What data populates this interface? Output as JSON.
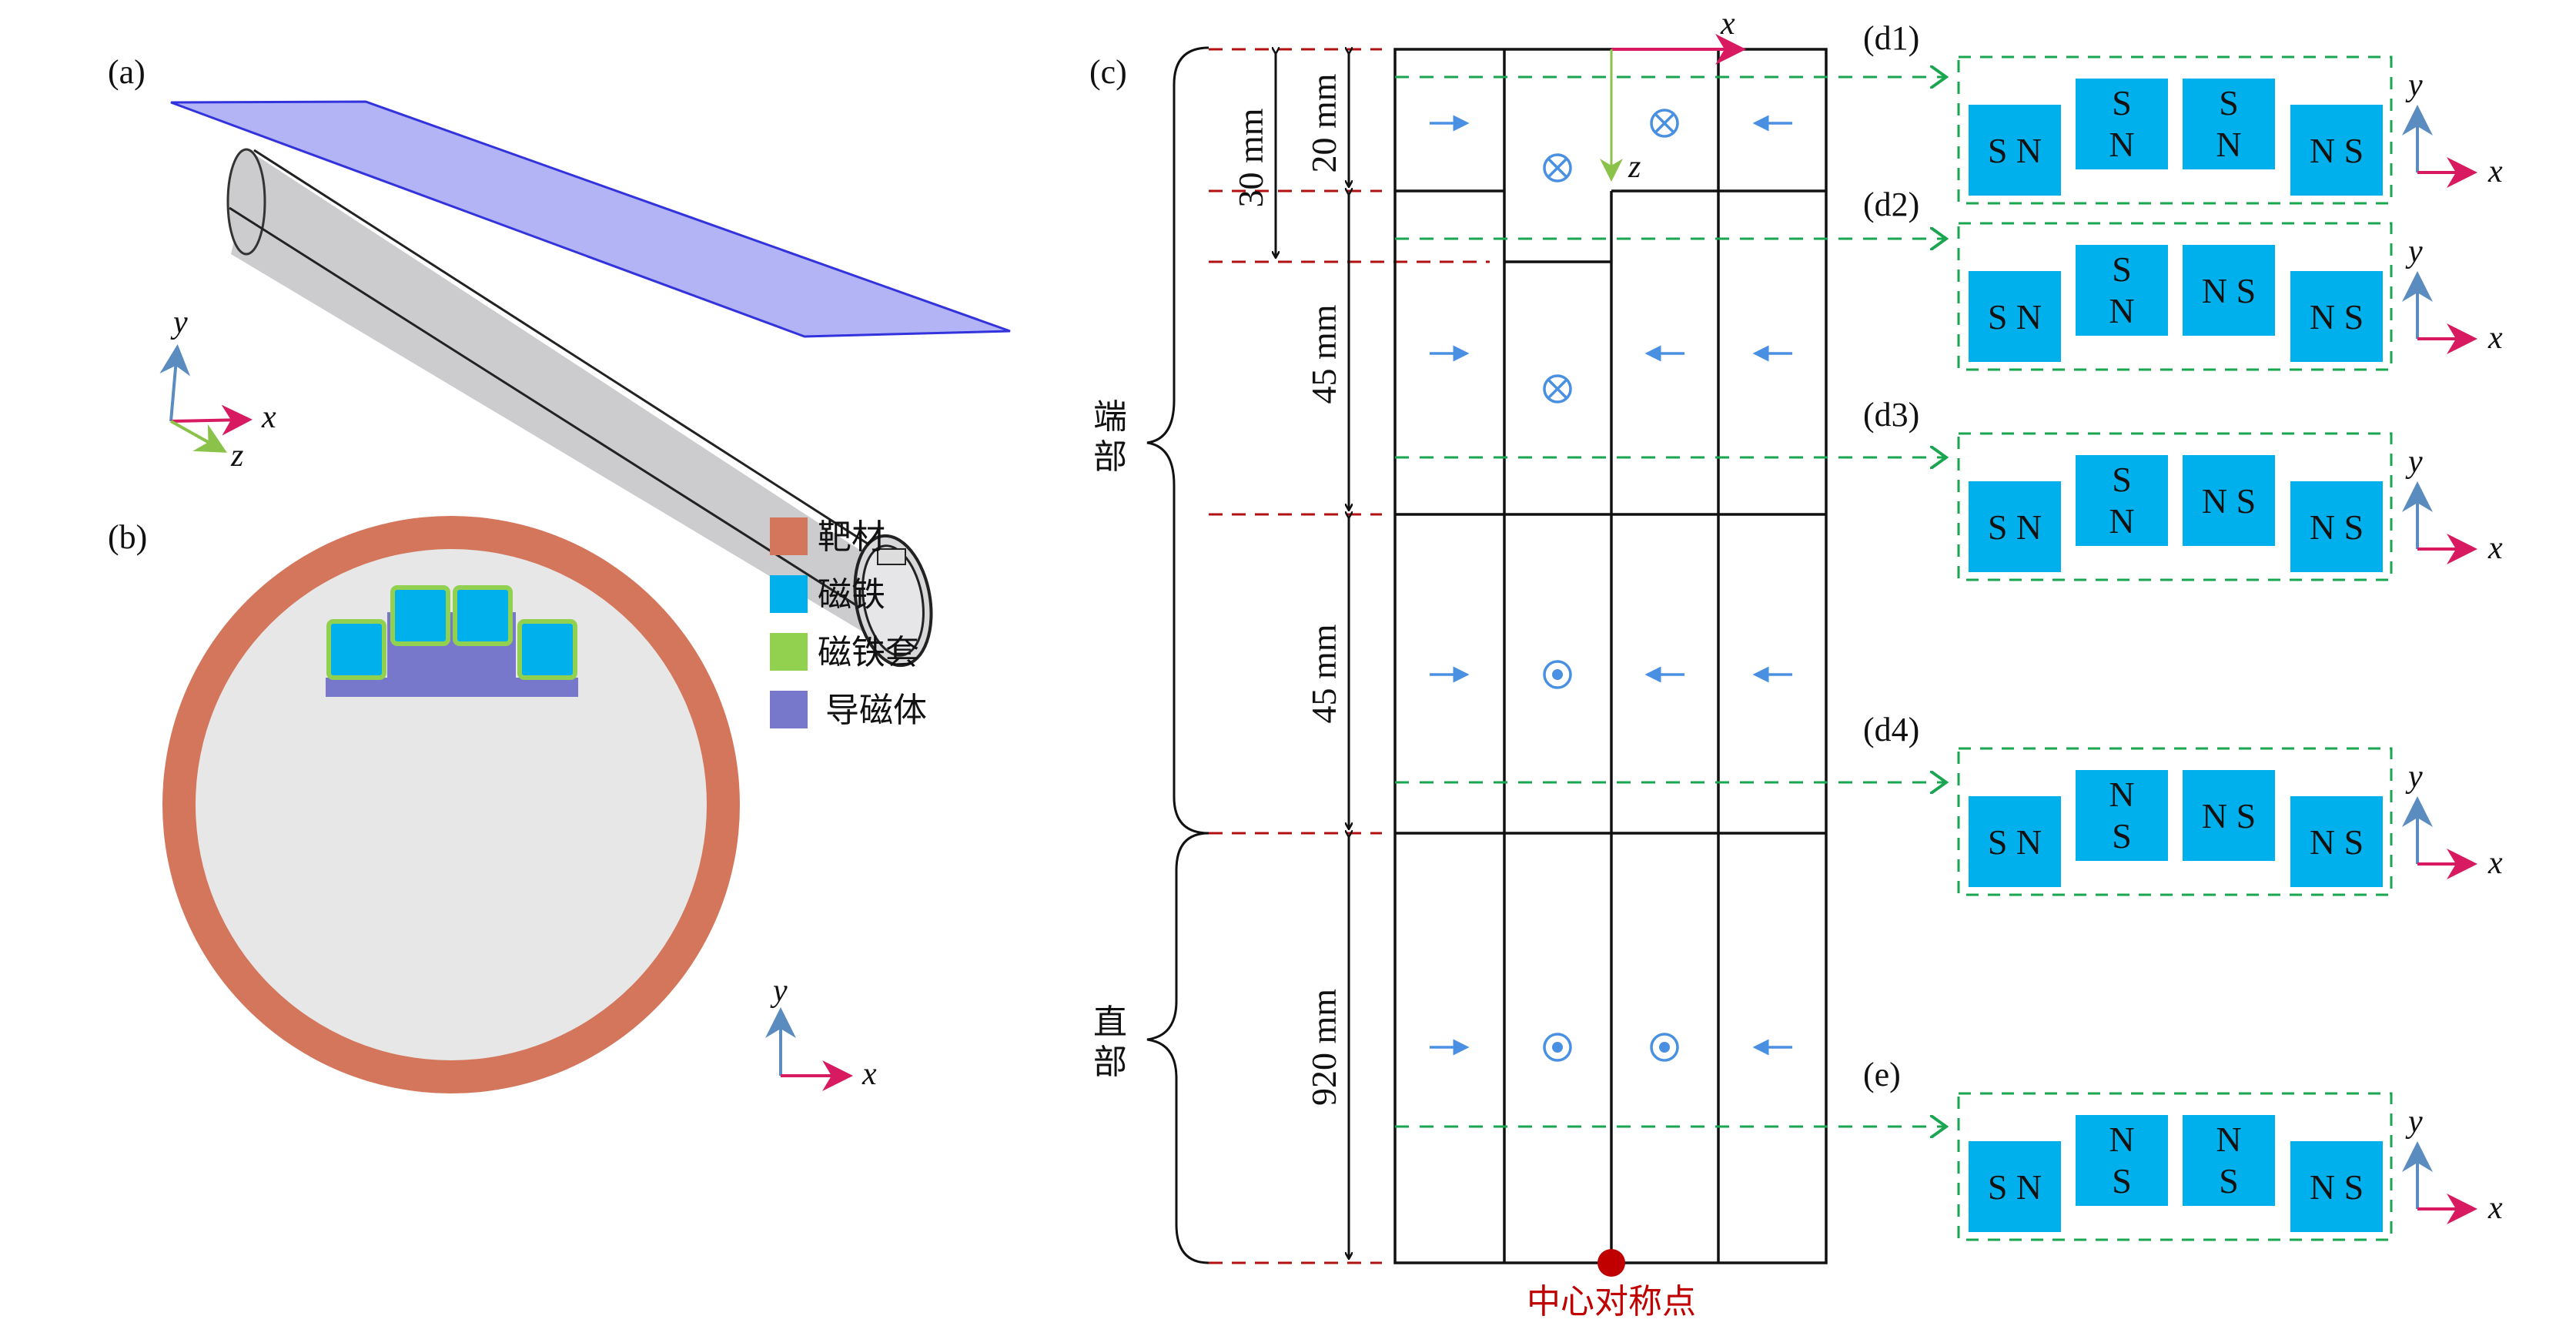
{
  "panels": {
    "a": {
      "label": "(a)"
    },
    "b": {
      "label": "(b)"
    },
    "c": {
      "label": "(c)"
    }
  },
  "axes": {
    "x": "x",
    "y": "y",
    "z": "z"
  },
  "legend": {
    "items": [
      {
        "label": "靶材",
        "color": "#d4765c"
      },
      {
        "label": "磁铁",
        "color": "#00b0ec"
      },
      {
        "label": "磁铁套",
        "color": "#92d050"
      },
      {
        "label": "导磁体",
        "color": "#7777cc"
      }
    ]
  },
  "colors": {
    "target_ring": "#d4765c",
    "inner_fill": "#e6e7e6",
    "magnet": "#00b0ec",
    "sleeve": "#92d050",
    "yoke": "#7777cc",
    "plate": "#b3b4f6",
    "plate_edge": "#3333dd",
    "tube": "#cccccf",
    "axis_x": "#d81b60",
    "axis_y": "#5b8cc0",
    "axis_z": "#8bc34a",
    "arrow_blue": "#4a90e2",
    "dash_red": "#b01010",
    "dash_green": "#1aa550",
    "center_point": "#c00000"
  },
  "sections": {
    "end_label": "端部",
    "straight_label": "直部",
    "center_point_label": "中心对称点"
  },
  "dimensions": {
    "d30": "30 mm",
    "d20": "20 mm",
    "d45a": "45 mm",
    "d45b": "45 mm",
    "d920": "920 mm"
  },
  "grid_symbols": {
    "row1": [
      "→",
      "⊗",
      "⊗",
      "←"
    ],
    "row2": [
      "→",
      "⊗",
      "←",
      "←"
    ],
    "row3": [
      "→",
      "⊙",
      "←",
      "←"
    ],
    "row4": [
      "→",
      "⊙",
      "⊙",
      "←"
    ]
  },
  "cross_sections": [
    {
      "label": "(d1)",
      "magnets": [
        "S N",
        "S/N",
        "S/N",
        "N S"
      ]
    },
    {
      "label": "(d2)",
      "magnets": [
        "S N",
        "S/N",
        "N S",
        "N S"
      ]
    },
    {
      "label": "(d3)",
      "magnets": [
        "S N",
        "S/N",
        "N S",
        "N S"
      ]
    },
    {
      "label": "(d4)",
      "magnets": [
        "S N",
        "N/S",
        "N S",
        "N S"
      ]
    },
    {
      "label": "(e)",
      "magnets": [
        "S N",
        "N/S",
        "N/S",
        "N S"
      ]
    }
  ],
  "cs_text": {
    "d1": {
      "m1": "S N",
      "m2a": "S",
      "m2b": "N",
      "m3a": "S",
      "m3b": "N",
      "m4": "N S"
    },
    "d2": {
      "m1": "S N",
      "m2a": "S",
      "m2b": "N",
      "m3": "N S",
      "m4": "N S"
    },
    "d3": {
      "m1": "S N",
      "m2a": "S",
      "m2b": "N",
      "m3": "N S",
      "m4": "N S"
    },
    "d4": {
      "m1": "S N",
      "m2a": "N",
      "m2b": "S",
      "m3": "N S",
      "m4": "N S"
    },
    "e": {
      "m1": "S N",
      "m2a": "N",
      "m2b": "S",
      "m3a": "N",
      "m3b": "S",
      "m4": "N S"
    }
  }
}
